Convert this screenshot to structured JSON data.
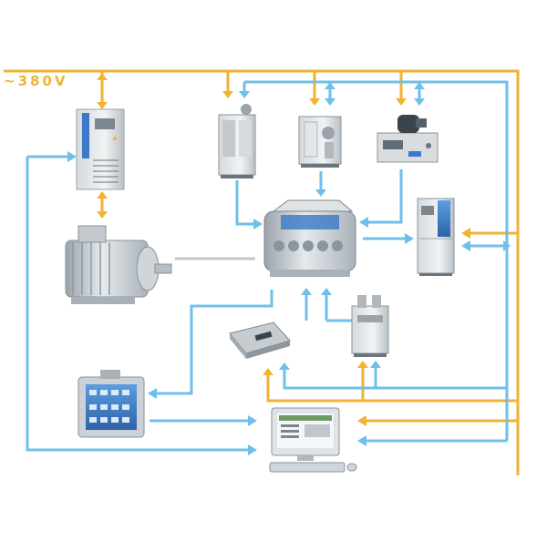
{
  "supply": {
    "voltage_label": "~380V"
  },
  "colors": {
    "power_line": "#f2b233",
    "signal_line": "#6ec0ea",
    "mechanical_link": "#c6c6c6",
    "equipment_gray": "#c9cfd4",
    "equipment_dark": "#4a5560",
    "panel_blue": "#3a78c8"
  },
  "equipment": [
    {
      "id": "frequency-converter",
      "icon": "inverter-cabinet-icon"
    },
    {
      "id": "dynamometer-motor",
      "icon": "electric-motor-icon"
    },
    {
      "id": "coolant-conditioner",
      "icon": "coolant-unit-icon"
    },
    {
      "id": "oil-conditioner",
      "icon": "oil-unit-icon"
    },
    {
      "id": "fuel-consumption-meter",
      "icon": "fuel-meter-icon"
    },
    {
      "id": "test-engine",
      "icon": "engine-icon"
    },
    {
      "id": "emission-analyzer",
      "icon": "analyzer-cabinet-icon"
    },
    {
      "id": "engine-ecu",
      "icon": "ecu-icon"
    },
    {
      "id": "intake-air-conditioner",
      "icon": "air-conditioner-icon"
    },
    {
      "id": "io-measurement-box",
      "icon": "io-box-icon"
    },
    {
      "id": "control-computer",
      "icon": "computer-icon"
    }
  ]
}
